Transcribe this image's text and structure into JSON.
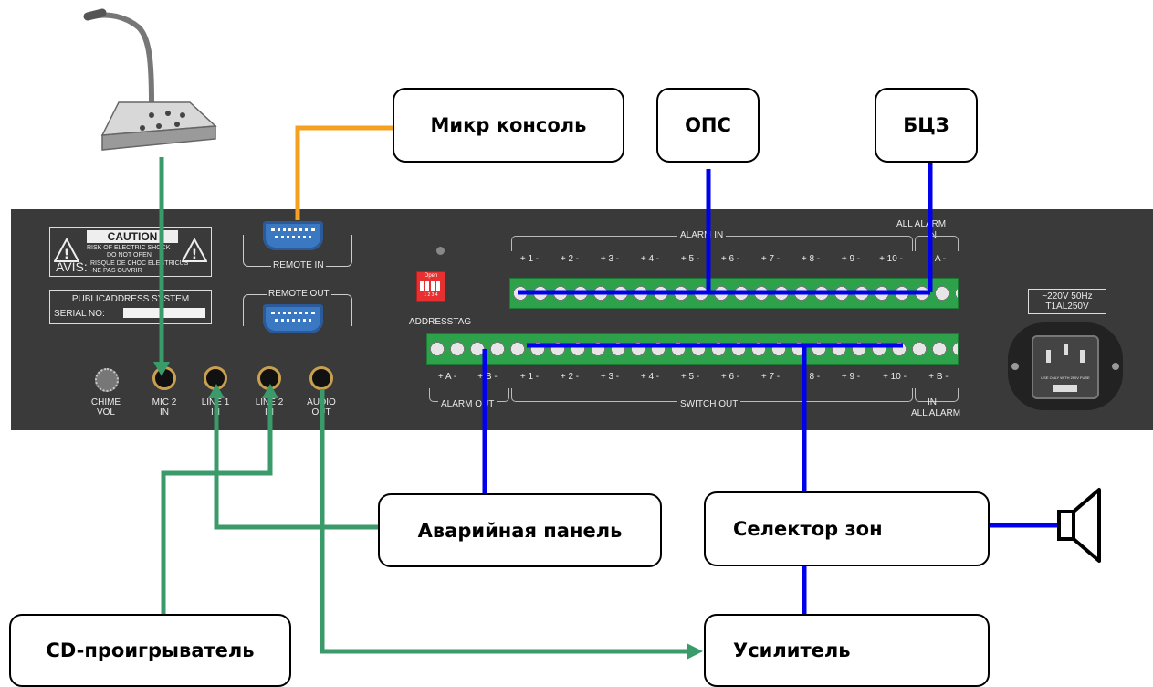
{
  "colors": {
    "signal_wire": "#3a9a6a",
    "control_wire": "#0000ee",
    "remote_wire": "#f5a020",
    "panel_bg": "#3a3a3a",
    "terminal_green": "#2ea24a",
    "connector_blue": "#3a78c2",
    "address_switch": "#e83030"
  },
  "boxes": {
    "mic_console": "Микр консоль",
    "ops": "ОПС",
    "bcz": "БЦЗ",
    "alarm_panel": "Аварийная панель",
    "zone_selector": "Селектор зон",
    "cd_player": "CD-проигрыватель",
    "amplifier": "Усилитель"
  },
  "panel": {
    "caution_title": "CAUTION",
    "caution_line1": "RISK OF ELECTRIC SHOCK",
    "caution_line2": "DO NOT OPEN",
    "avis": "AVIS:",
    "avis_line1": "RISQUE DE CHOC ELECTRICUS",
    "avis_line2": "-NE PAS OUVRIR",
    "system_title": "PUBLICADDRESS SYSTEM",
    "serial_label": "SERIAL NO:",
    "remote_in": "REMOTE IN",
    "remote_out": "REMOTE OUT",
    "address_tag": "ADDRESSTAG",
    "dip_label": "Open",
    "dip_numbers": "1 2 3 4",
    "alarm_in": "ALARM IN",
    "all_alarm_top": "ALL ALARM",
    "in_top": "IN",
    "alarm_out": "ALARM OUT",
    "switch_out": "SWITCH OUT",
    "in_bottom": "IN",
    "all_alarm_bottom": "ALL ALARM",
    "top_terminal_labels": [
      "+ 1 -",
      "+ 2 -",
      "+ 3 -",
      "+ 4 -",
      "+ 5 -",
      "+ 6 -",
      "+ 7 -",
      "+ 8 -",
      "+ 9 -",
      "+ 10 -",
      "+ A -"
    ],
    "bottom_terminal_labels": [
      "+ A -",
      "+ B -",
      "+ 1 -",
      "+ 2 -",
      "+ 3 -",
      "+ 4 -",
      "+ 5 -",
      "+ 6 -",
      "+ 7 -",
      "+ 8 -",
      "+ 9 -",
      "+ 10 -",
      "+ B -"
    ],
    "jacks": [
      {
        "line1": "CHIME",
        "line2": "VOL"
      },
      {
        "line1": "MIC 2",
        "line2": "IN"
      },
      {
        "line1": "LINE 1",
        "line2": "IN"
      },
      {
        "line1": "LINE 2",
        "line2": "IN"
      },
      {
        "line1": "AUDIO",
        "line2": "OUT"
      }
    ],
    "power_line1": "~220V  50Hz",
    "power_line2": "T1AL250V",
    "fuse_note": "USE ONLY WITH 250V FUSE"
  }
}
